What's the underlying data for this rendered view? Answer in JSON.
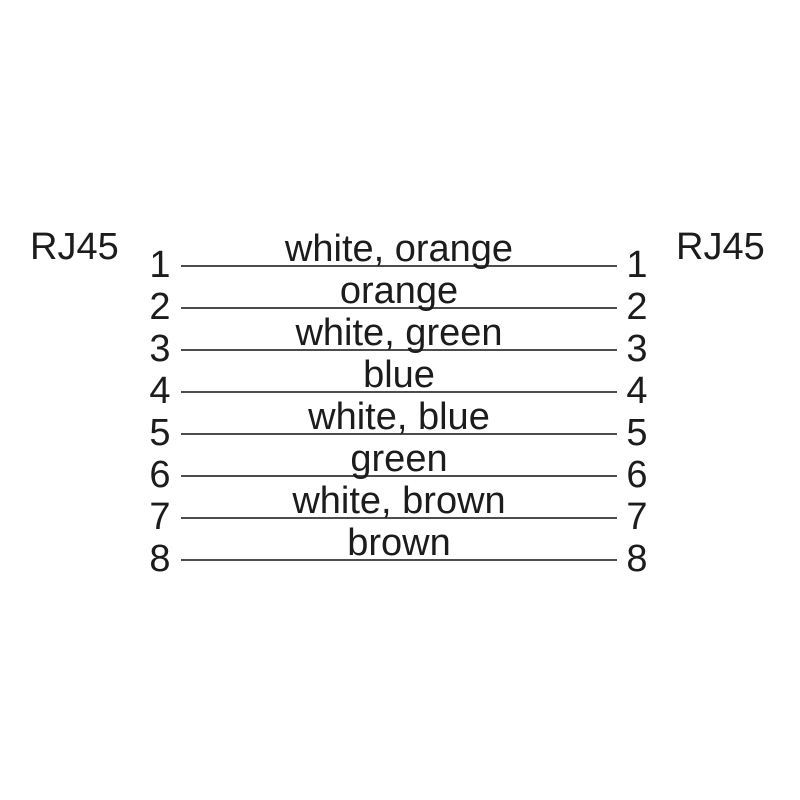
{
  "diagram": {
    "type": "cable-pinout",
    "left_connector_label": "RJ45",
    "right_connector_label": "RJ45",
    "pins": [
      {
        "left_pin": "1",
        "right_pin": "1",
        "wire_color": "white, orange"
      },
      {
        "left_pin": "2",
        "right_pin": "2",
        "wire_color": "orange"
      },
      {
        "left_pin": "3",
        "right_pin": "3",
        "wire_color": "white, green"
      },
      {
        "left_pin": "4",
        "right_pin": "4",
        "wire_color": "blue"
      },
      {
        "left_pin": "5",
        "right_pin": "5",
        "wire_color": "white, blue"
      },
      {
        "left_pin": "6",
        "right_pin": "6",
        "wire_color": "green"
      },
      {
        "left_pin": "7",
        "right_pin": "7",
        "wire_color": "white, brown"
      },
      {
        "left_pin": "8",
        "right_pin": "8",
        "wire_color": "brown"
      }
    ],
    "colors": {
      "text": "#1c1c1c",
      "line": "#4d4d4d",
      "background": "#ffffff"
    }
  }
}
